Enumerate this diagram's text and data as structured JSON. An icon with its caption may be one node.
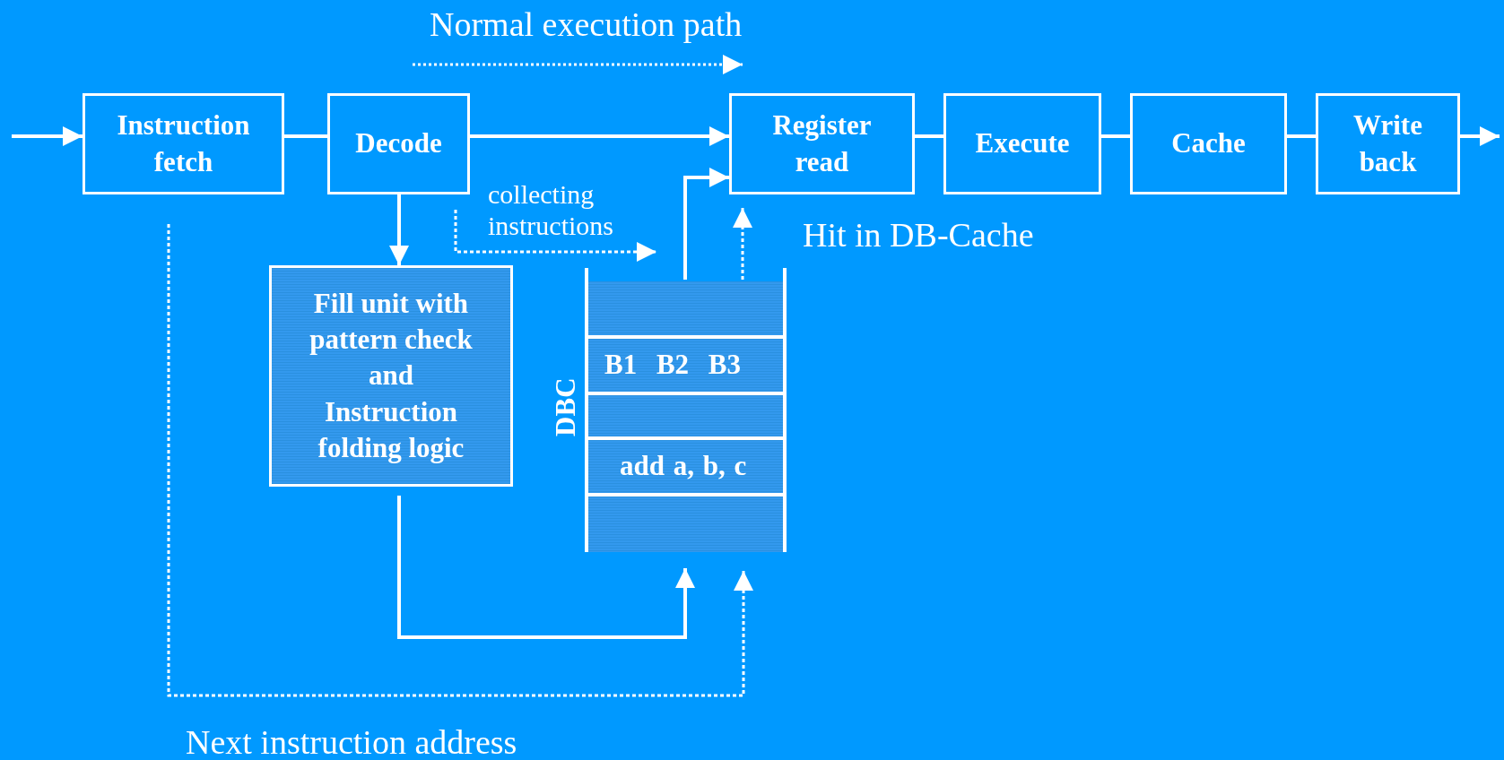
{
  "diagram": {
    "nodes": [
      {
        "text": [
          "Instruction fetch"
        ]
      },
      {
        "text": [
          "Decode"
        ]
      },
      {
        "text": [
          "Register read"
        ]
      },
      {
        "text": [
          "Execute"
        ]
      },
      {
        "text": [
          "Cache"
        ]
      },
      {
        "text": [
          "Write back"
        ]
      },
      {
        "text": [
          "Fill unit with pattern check and Instruction folding logic"
        ]
      },
      {
        "text": [
          "DBC"
        ]
      },
      {
        "text": [],
        "shape": "bar",
        "in": 7
      },
      {
        "text": [
          "B1 B2 B3"
        ],
        "in": 7
      },
      {
        "text": [],
        "shape": "bar",
        "in": 7
      },
      {
        "text": [
          "add a, b, c"
        ],
        "in": 7
      },
      {
        "text": [],
        "shape": "bar",
        "in": 7
      }
    ],
    "edges": [
      {
        "from": null,
        "to": 0,
        "arrow": "to"
      },
      {
        "from": 0,
        "to": 1,
        "arrow": "none"
      },
      {
        "from": 1,
        "to": 2,
        "arrow": "to"
      },
      {
        "from": 2,
        "to": 3,
        "arrow": "none"
      },
      {
        "from": 3,
        "to": 4,
        "arrow": "none"
      },
      {
        "from": 4,
        "to": 5,
        "arrow": "none"
      },
      {
        "from": 5,
        "to": null,
        "arrow": "to"
      },
      {
        "from": 1,
        "to": 6,
        "arrow": "to"
      },
      {
        "from": 1,
        "to": 7,
        "arrow": "to",
        "style": "dashed",
        "label": "collecting instructions"
      },
      {
        "from": 7,
        "to": 2,
        "arrow": "to"
      },
      {
        "from": 7,
        "to": 2,
        "arrow": "to",
        "style": "dashed",
        "label": "Hit in DB-Cache"
      },
      {
        "from": 6,
        "to": 7,
        "arrow": "to"
      },
      {
        "from": 0,
        "to": 7,
        "arrow": "to",
        "style": "dashed",
        "label": "Next instruction address"
      }
    ],
    "labels": [
      "Normal execution path"
    ]
  }
}
